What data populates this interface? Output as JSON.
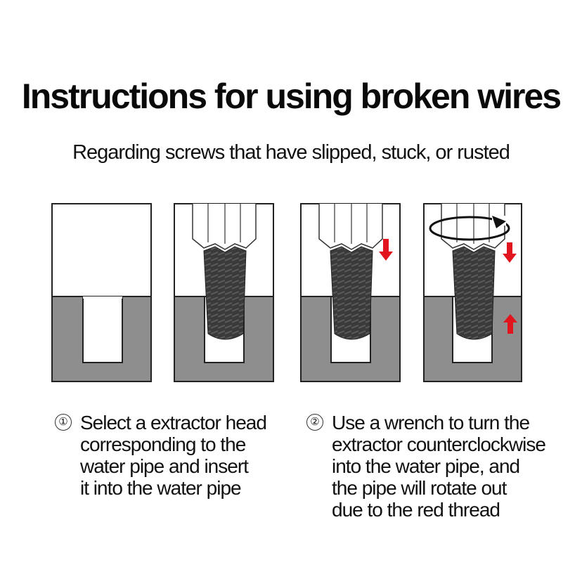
{
  "title": "Instructions for using broken wires",
  "subtitle": "Regarding screws that have slipped, stuck, or rusted",
  "colors": {
    "base_gray": "#8e8e8e",
    "screw_dark": "#3a3a3a",
    "arrow_red": "#e2141e",
    "outline": "#222222"
  },
  "steps": [
    {
      "number": "①",
      "lines": [
        "Select a extractor head",
        "corresponding to the",
        "water pipe and insert",
        "it into the water pipe"
      ]
    },
    {
      "number": "②",
      "lines": [
        "Use a wrench to turn the",
        "extractor counterclockwise",
        "into the water pipe, and",
        "the pipe will rotate out",
        "due to the red thread"
      ]
    }
  ],
  "panels": [
    {
      "name": "empty-hole",
      "has_extractor": false,
      "arrows": []
    },
    {
      "name": "extractor-inserted",
      "has_extractor": true,
      "arrows": []
    },
    {
      "name": "extractor-pushed-down",
      "has_extractor": true,
      "arrows": [
        "down-arrow-icon"
      ]
    },
    {
      "name": "extractor-rotated",
      "has_extractor": true,
      "arrows": [
        "down-arrow-icon",
        "up-arrow-icon",
        "rotation-arrow-icon"
      ]
    }
  ]
}
